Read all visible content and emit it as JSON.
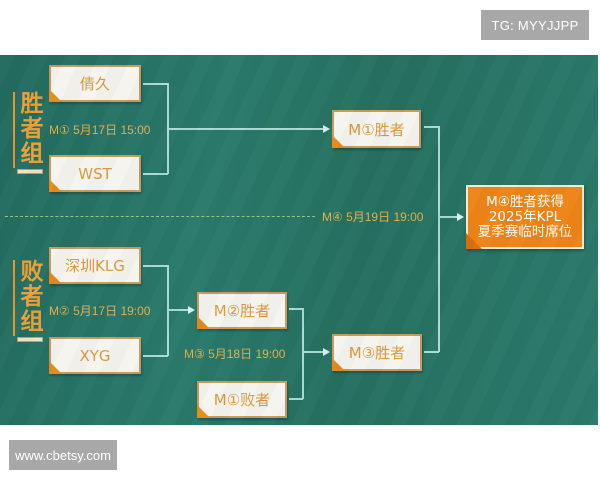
{
  "watermarks": {
    "top": "TG: MYYJJPP",
    "bottom": "www.cbetsy.com"
  },
  "groups": {
    "winners": {
      "label_chars": [
        "胜",
        "者",
        "组"
      ]
    },
    "losers": {
      "label_chars": [
        "败",
        "者",
        "组"
      ]
    }
  },
  "teams": {
    "w1": "倩久",
    "w2": "WST",
    "l1": "深圳KLG",
    "l2": "XYG"
  },
  "slots": {
    "m1_winner": "M①胜者",
    "m2_winner": "M②胜者",
    "m1_loser": "M①败者",
    "m3_winner": "M③胜者"
  },
  "matches": {
    "m1": "M① 5月17日 15:00",
    "m2": "M② 5月17日 19:00",
    "m3": "M③ 5月18日 19:00",
    "m4": "M④ 5月19日 19:00"
  },
  "final": {
    "lines": [
      "M④胜者获得",
      "2025年KPL",
      "夏季赛临时席位"
    ]
  },
  "colors": {
    "board_green": "#26705f",
    "accent_orange": "#ee8417",
    "label_gold": "#e4b04a",
    "connector": "#a9dcd4"
  }
}
